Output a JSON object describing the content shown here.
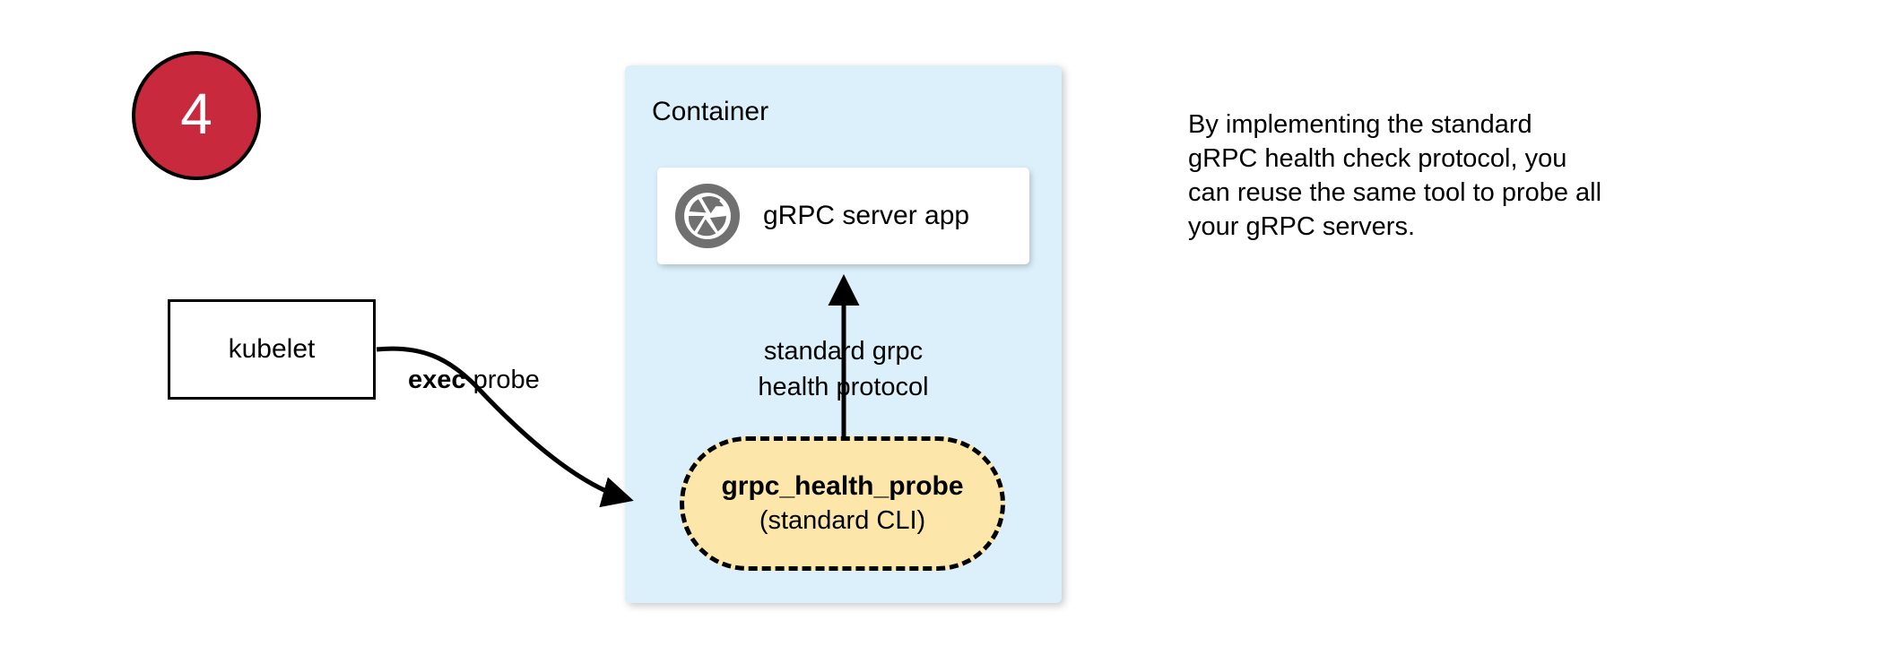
{
  "diagram": {
    "step_badge": {
      "number": "4",
      "fill_color": "#C8293C",
      "text_color": "#FFFFFF",
      "border_color": "#000000"
    },
    "kubelet": {
      "label": "kubelet"
    },
    "edges": {
      "exec_probe": {
        "label_bold": "exec",
        "label_rest": " probe",
        "from": "kubelet",
        "to": "grpc_health_probe"
      },
      "health_protocol": {
        "line1": "standard grpc",
        "line2": "health protocol",
        "from": "grpc_health_probe",
        "to": "grpc_server_app"
      }
    },
    "container": {
      "title": "Container",
      "fill_color": "#DCF0FB",
      "server_card": {
        "label": "gRPC server app",
        "icon": "grpc-aperture-icon",
        "icon_color": "#707070",
        "fill_color": "#FFFFFF"
      },
      "probe": {
        "title": "grpc_health_probe",
        "subtitle": "(standard CLI)",
        "fill_color": "#FCE6A9",
        "border_style": "dashed",
        "border_color": "#000000"
      }
    },
    "annotation": {
      "line1": "By implementing the standard",
      "line2": "gRPC health check protocol, you",
      "line3": "can reuse the same tool to probe all",
      "line4": "your gRPC servers."
    }
  }
}
